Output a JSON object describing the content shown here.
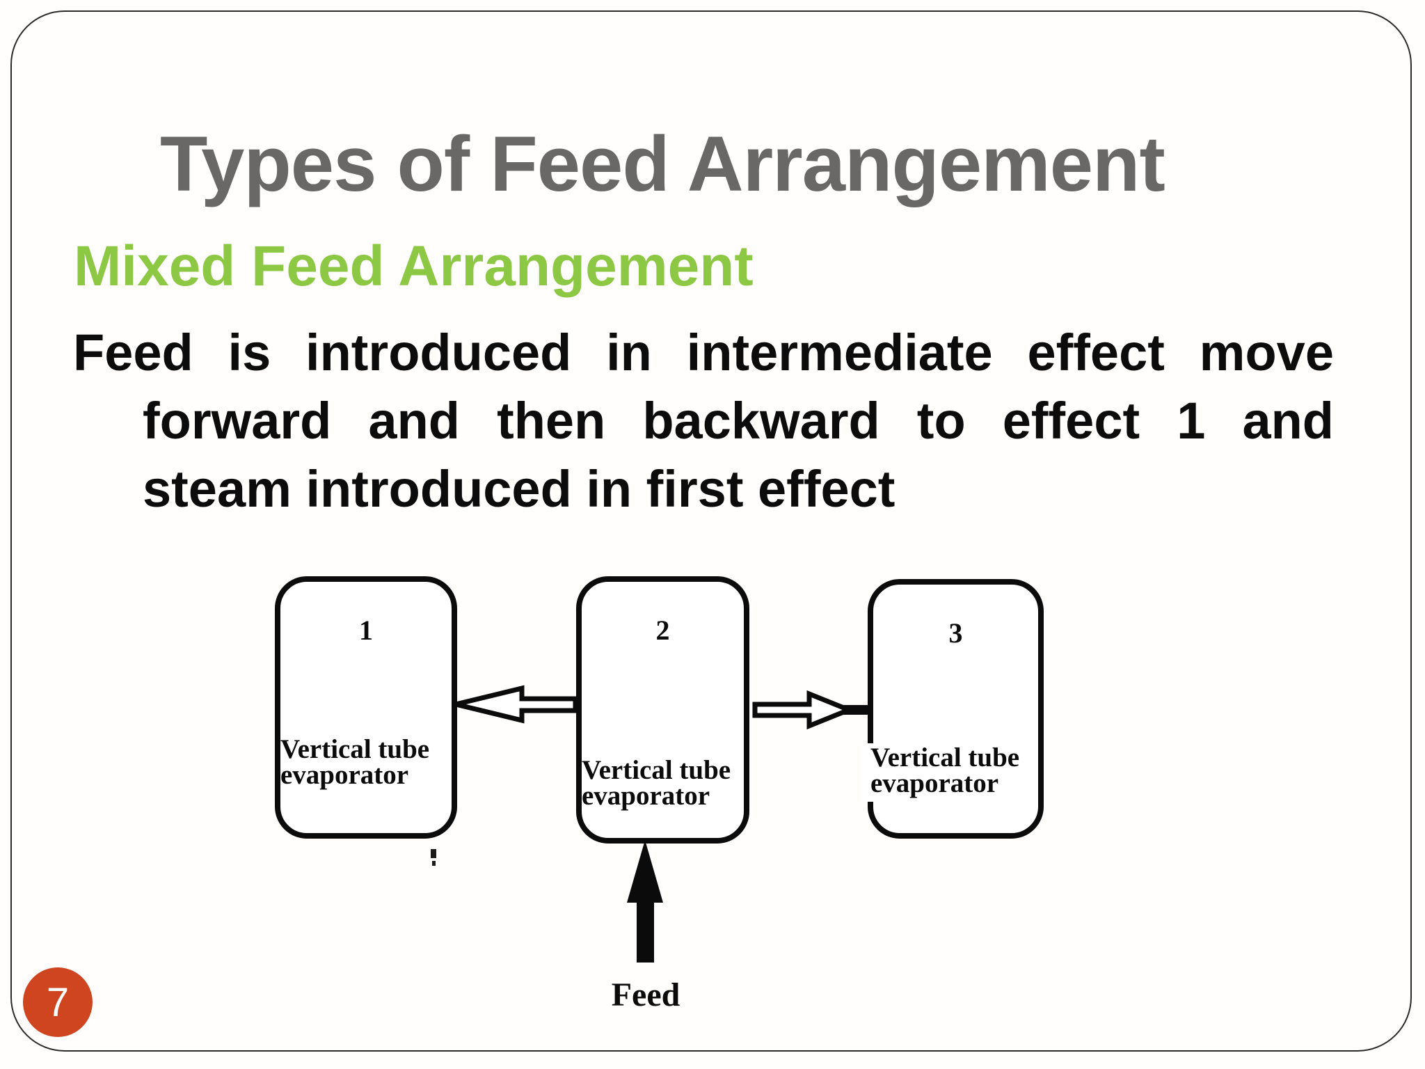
{
  "slide": {
    "title": "Types of Feed Arrangement",
    "subtitle": "Mixed Feed Arrangement",
    "body_lines": [
      "Feed is introduced in intermediate effect move",
      "forward and then backward to effect 1 and",
      "steam introduced in first effect"
    ],
    "page_number": "7"
  },
  "diagram": {
    "boxes": [
      {
        "number": "1",
        "label_line1": "Vertical tube",
        "label_line2": "evaporator"
      },
      {
        "number": "2",
        "label_line1": "Vertical tube",
        "label_line2": "evaporator"
      },
      {
        "number": "3",
        "label_line1": "Vertical tube",
        "label_line2": "evaporator"
      }
    ],
    "feed_label": "Feed",
    "flow": "effect 2 -> effect 1 (backward), effect 2 -> effect 3 (forward), feed enters effect 2"
  },
  "colors": {
    "title_gray": "#6a6866",
    "subtitle_green": "#8cc843",
    "body_black": "#0c0c0c",
    "diagram_ink": "#0b0b0b",
    "page_circle_orange": "#cf4520",
    "frame_border": "#2a2a2a",
    "background": "#fffefd"
  }
}
